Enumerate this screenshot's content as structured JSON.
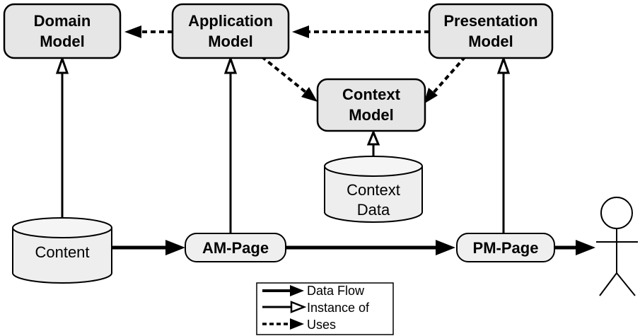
{
  "models": {
    "domain": {
      "line1": "Domain",
      "line2": "Model"
    },
    "application": {
      "line1": "Application",
      "line2": "Model"
    },
    "presentation": {
      "line1": "Presentation",
      "line2": "Model"
    },
    "context": {
      "line1": "Context",
      "line2": "Model"
    }
  },
  "stores": {
    "content": {
      "label": "Content"
    },
    "context_data": {
      "line1": "Context",
      "line2": "Data"
    }
  },
  "pages": {
    "am": {
      "label": "AM-Page"
    },
    "pm": {
      "label": "PM-Page"
    }
  },
  "legend": {
    "data_flow": "Data Flow",
    "instance_of": "Instance of",
    "uses": "Uses"
  }
}
